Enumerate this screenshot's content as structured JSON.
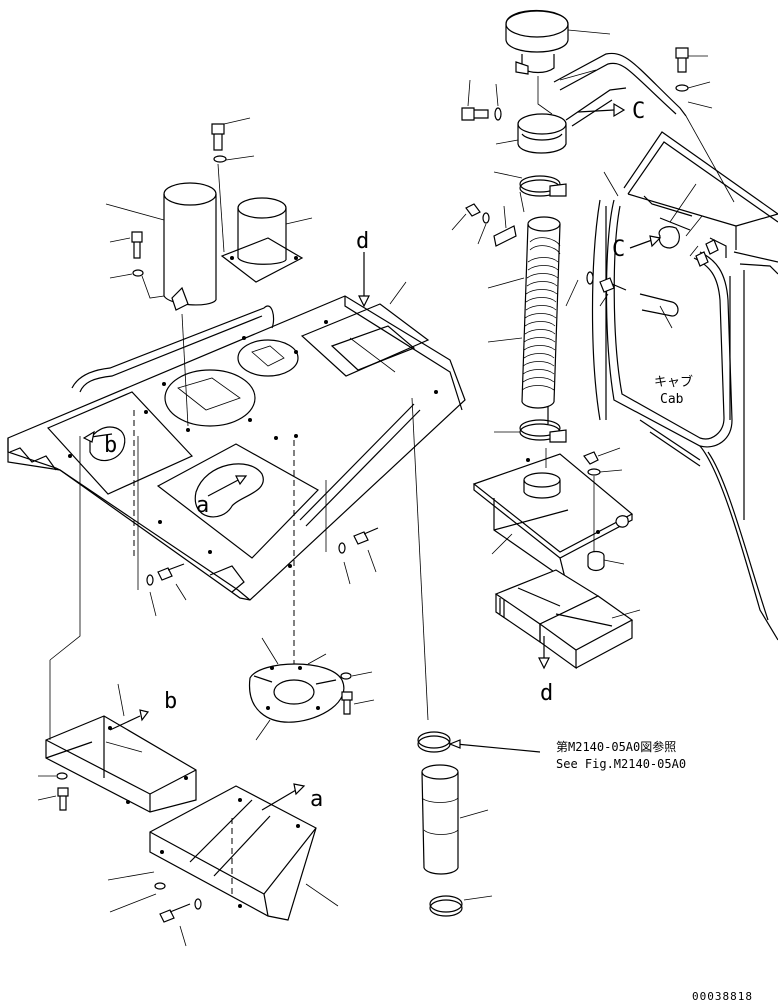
{
  "diagram": {
    "view_labels": {
      "a_main": "a",
      "a_ref": "a",
      "b_main": "b",
      "b_ref": "b",
      "c_cab": "C",
      "c_duct": "C",
      "d_top": "d",
      "d_bottom": "d"
    },
    "cab_label": {
      "japanese": "キャブ",
      "english": "Cab"
    },
    "reference_note": {
      "japanese": "第M2140-05A0図参照",
      "english": "See Fig.M2140-05A0"
    },
    "drawing_code": "00038818"
  }
}
